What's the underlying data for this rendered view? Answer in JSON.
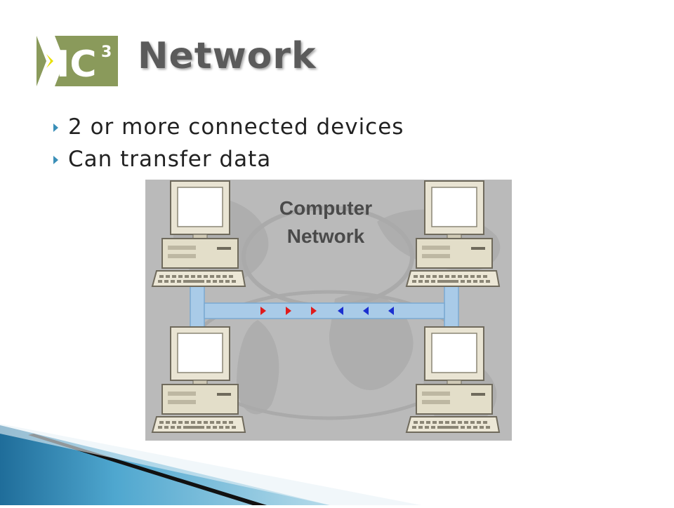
{
  "logo": {
    "text": "IC",
    "superscript": "3",
    "colors": {
      "background": "#8a9a5b",
      "accent": "#e8e000",
      "text": "#ffffff"
    }
  },
  "slide": {
    "title": "Network",
    "bullets": [
      {
        "text": "2 or more connected devices"
      },
      {
        "text": "Can transfer data"
      }
    ]
  },
  "figure": {
    "title_line1": "Computer",
    "title_line2": "Network",
    "computers": [
      "computer-top-left-icon",
      "computer-top-right-icon",
      "computer-bottom-left-icon",
      "computer-bottom-right-icon"
    ],
    "arrows": {
      "right": {
        "count": 3,
        "color": "#e01b1b"
      },
      "left": {
        "count": 3,
        "color": "#1b2fd0"
      }
    },
    "colors": {
      "background": "#b9b9b9",
      "cable": "#a9cbe8",
      "cable_edge": "#7aa9d2"
    }
  },
  "theme": {
    "bullet_color": "#3a8fb8",
    "title_color": "#5b5b5b"
  }
}
